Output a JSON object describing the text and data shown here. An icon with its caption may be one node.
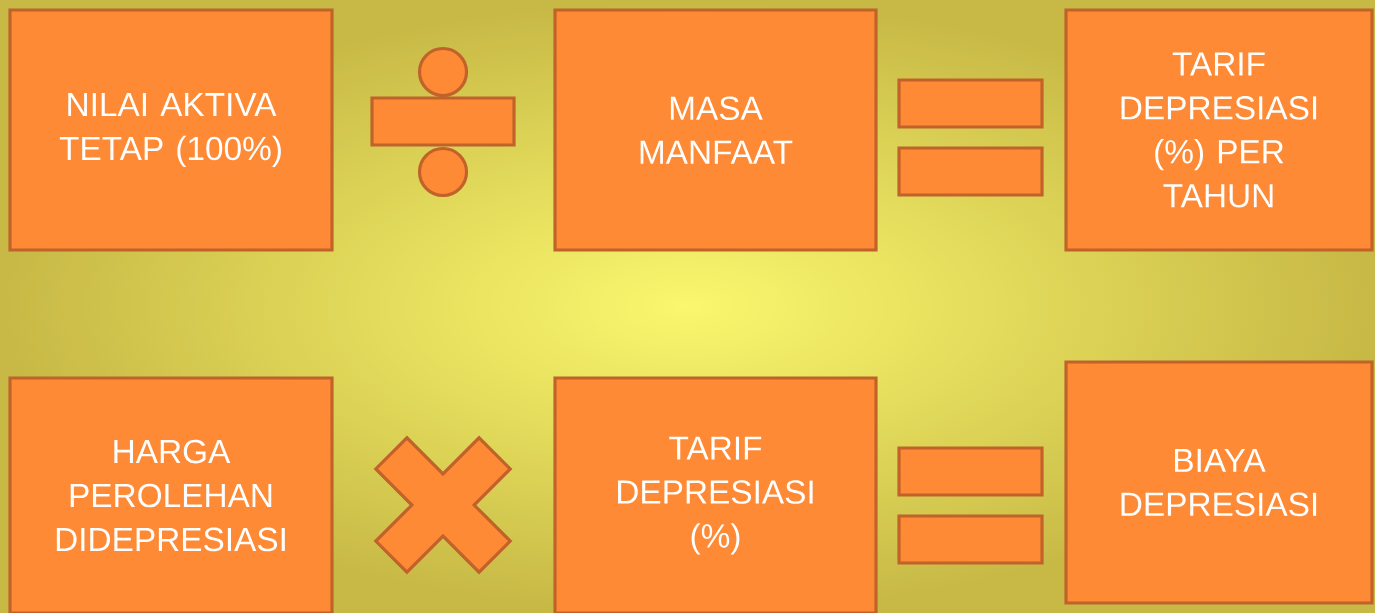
{
  "diagram": {
    "nodes": [
      {
        "text": [
          "NILAI AKTIVA TETAP (100%)"
        ]
      },
      {
        "text": [
          "MASA MANFAAT"
        ]
      },
      {
        "text": [
          "TARIF DEPRESIASI (%) PER TAHUN"
        ]
      },
      {
        "text": [
          "HARGA PEROLEHAN DIDEPRESIASI"
        ]
      },
      {
        "text": [
          "TARIF DEPRESIASI (%)"
        ]
      },
      {
        "text": [
          "BIAYA DEPRESIASI"
        ]
      }
    ]
  }
}
